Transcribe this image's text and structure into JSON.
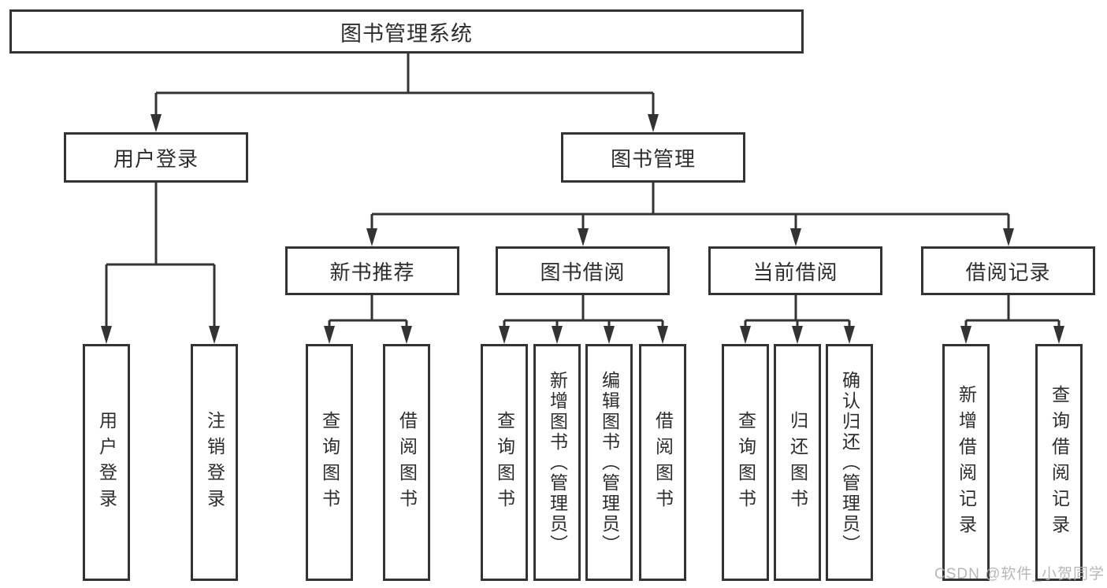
{
  "tree": {
    "label": "图书管理系统",
    "children": [
      {
        "label": "用户登录",
        "children": [
          {
            "label": "用户登录"
          },
          {
            "label": "注销登录"
          }
        ]
      },
      {
        "label": "图书管理",
        "children": [
          {
            "label": "新书推荐",
            "children": [
              {
                "label": "查询图书"
              },
              {
                "label": "借阅图书"
              }
            ]
          },
          {
            "label": "图书借阅",
            "children": [
              {
                "label": "查询图书"
              },
              {
                "label": "新增图书（管理员）"
              },
              {
                "label": "编辑图书（管理员）"
              },
              {
                "label": "借阅图书"
              }
            ]
          },
          {
            "label": "当前借阅",
            "children": [
              {
                "label": "查询图书"
              },
              {
                "label": "归还图书"
              },
              {
                "label": "确认归还（管理员）"
              }
            ]
          },
          {
            "label": "借阅记录",
            "children": [
              {
                "label": "新增借阅记录"
              },
              {
                "label": "查询借阅记录"
              }
            ]
          }
        ]
      }
    ]
  },
  "watermark": "CSDN @软件_小贺同学",
  "colors": {
    "line": "#333333",
    "text": "#2d2d2d",
    "background": "#ffffff",
    "watermark": "#afafaf"
  }
}
